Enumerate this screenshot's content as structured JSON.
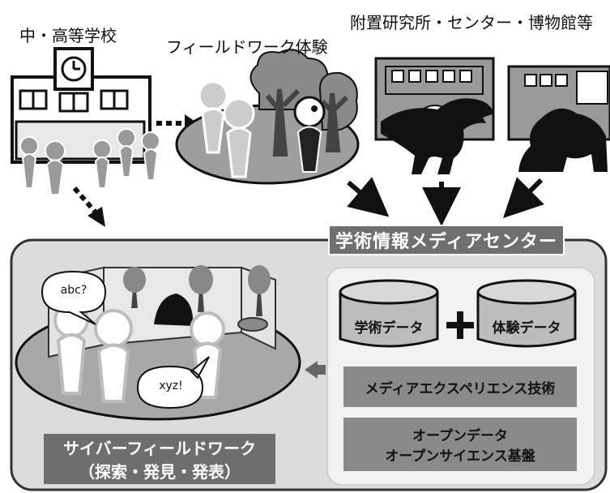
{
  "labels": {
    "school": "中・高等学校",
    "fieldwork": "フィールドワーク体験",
    "institutes": "附置研究所・センター・博物館等",
    "center": "学術情報メディアセンター",
    "academic_data": "学術データ",
    "plus": "+",
    "experience_data": "体験データ",
    "media_tech": "メディアエクスペリエンス技術",
    "open_line1": "オープンデータ",
    "open_line2": "オープンサイエンス基盤",
    "cyber_line1": "サイバーフィールドワーク",
    "cyber_line2": "（探索・発見・発表）",
    "bubble1": "abc?",
    "bubble2": "xyz!"
  }
}
